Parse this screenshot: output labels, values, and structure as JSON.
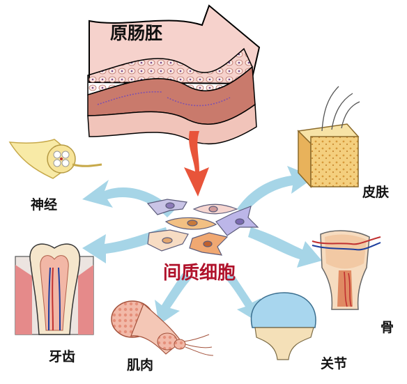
{
  "source": {
    "label": "原肠胚"
  },
  "center": {
    "label": "间质细胞",
    "color": "#b0122b"
  },
  "targets": [
    {
      "id": "nerve",
      "label": "神经"
    },
    {
      "id": "skin",
      "label": "皮肤"
    },
    {
      "id": "tooth",
      "label": "牙齿"
    },
    {
      "id": "bone",
      "label": "骨"
    },
    {
      "id": "muscle",
      "label": "肌肉"
    },
    {
      "id": "joint",
      "label": "关节"
    }
  ],
  "colors": {
    "arrow_main": "#e8543a",
    "arrow_fan": "#9fd3e6",
    "tissue_pink": "#f1c7c0",
    "tissue_dark": "#c8766b",
    "skin_yellow": "#f6d48c",
    "bone_cream": "#f6e2c2",
    "cartilage_blue": "#a8d6ee"
  }
}
